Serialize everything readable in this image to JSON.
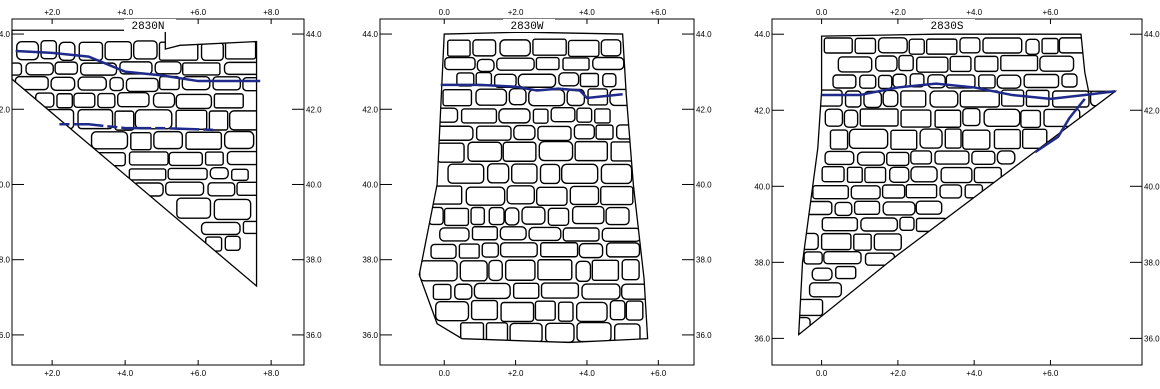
{
  "colors": {
    "frame": "#000000",
    "stone": "#000000",
    "marker_line": "#1f2a8a",
    "background": "#ffffff"
  },
  "panels": [
    {
      "title": "2830N",
      "x_ticks": [
        "+2.0",
        "+4.0",
        "+6.0",
        "+8.0"
      ],
      "x_tick_values": [
        2,
        4,
        6,
        8
      ],
      "x_range": [
        0.9,
        8.9
      ],
      "y_ticks": [
        "44.0",
        "42.0",
        "40.0",
        "38.0",
        "36.0"
      ],
      "y_tick_values": [
        44,
        42,
        40,
        38,
        36
      ],
      "y_range": [
        35.2,
        44.4
      ],
      "ticks_bottom": true,
      "outline": [
        [
          0.9,
          44.1
        ],
        [
          5.1,
          44.1
        ],
        [
          5.1,
          43.6
        ],
        [
          5.5,
          43.7
        ],
        [
          7.6,
          43.8
        ],
        [
          7.6,
          37.3
        ],
        [
          0.9,
          42.8
        ]
      ],
      "marker_lines": [
        {
          "style": "solid",
          "points": [
            [
              1.0,
              43.55
            ],
            [
              2.0,
              43.5
            ],
            [
              3.0,
              43.4
            ],
            [
              4.0,
              43.0
            ],
            [
              5.0,
              42.9
            ],
            [
              6.0,
              42.75
            ],
            [
              7.7,
              42.75
            ]
          ]
        },
        {
          "style": "dashed",
          "points": [
            [
              2.2,
              41.6
            ],
            [
              3.0,
              41.6
            ],
            [
              4.0,
              41.5
            ],
            [
              5.0,
              41.5
            ],
            [
              6.5,
              41.45
            ]
          ]
        }
      ]
    },
    {
      "title": "2830W",
      "x_ticks": [
        "0.0",
        "+2.0",
        "+4.0",
        "+6.0"
      ],
      "x_tick_values": [
        0,
        2,
        4,
        6
      ],
      "x_range": [
        -1.8,
        7.0
      ],
      "y_ticks": [
        "44.0",
        "42.0",
        "40.0",
        "38.0",
        "36.0"
      ],
      "y_tick_values": [
        44,
        42,
        40,
        38,
        36
      ],
      "y_range": [
        35.2,
        44.4
      ],
      "ticks_bottom": false,
      "outline": [
        [
          0.0,
          44.0
        ],
        [
          2.2,
          44.05
        ],
        [
          5.0,
          44.0
        ],
        [
          5.1,
          42.4
        ],
        [
          5.3,
          40.0
        ],
        [
          5.6,
          37.5
        ],
        [
          5.7,
          35.9
        ],
        [
          3.5,
          35.8
        ],
        [
          0.5,
          35.9
        ],
        [
          -0.2,
          36.3
        ],
        [
          -0.7,
          37.6
        ],
        [
          -0.2,
          40.0
        ],
        [
          -0.1,
          42.0
        ]
      ],
      "marker_lines": [
        {
          "style": "solid",
          "points": [
            [
              -0.1,
              42.65
            ],
            [
              1.0,
              42.65
            ],
            [
              2.0,
              42.6
            ],
            [
              2.6,
              42.5
            ],
            [
              3.2,
              42.55
            ],
            [
              3.8,
              42.5
            ],
            [
              4.0,
              42.3
            ],
            [
              5.0,
              42.4
            ]
          ]
        }
      ]
    },
    {
      "title": "2830S",
      "x_ticks": [
        "0.0",
        "+2.0",
        "+4.0",
        "+6.0"
      ],
      "x_tick_values": [
        0,
        2,
        4,
        6
      ],
      "x_range": [
        -1.3,
        8.4
      ],
      "y_ticks": [
        "44.0",
        "42.0",
        "40.0",
        "38.0",
        "36.0"
      ],
      "y_tick_values": [
        44,
        42,
        40,
        38,
        36
      ],
      "y_range": [
        35.3,
        44.4
      ],
      "ticks_bottom": false,
      "outline": [
        [
          0.0,
          43.95
        ],
        [
          3.0,
          44.0
        ],
        [
          6.8,
          44.0
        ],
        [
          6.9,
          43.0
        ],
        [
          7.0,
          42.5
        ],
        [
          7.7,
          42.5
        ],
        [
          2.0,
          38.2
        ],
        [
          -0.6,
          36.1
        ],
        [
          -0.5,
          38.0
        ],
        [
          -0.1,
          41.0
        ],
        [
          0.0,
          42.5
        ]
      ],
      "marker_lines": [
        {
          "style": "solid",
          "points": [
            [
              0.0,
              42.4
            ],
            [
              1.0,
              42.4
            ],
            [
              2.0,
              42.6
            ],
            [
              3.0,
              42.7
            ],
            [
              4.0,
              42.6
            ],
            [
              5.0,
              42.4
            ],
            [
              6.0,
              42.3
            ],
            [
              6.9,
              42.4
            ],
            [
              7.7,
              42.5
            ]
          ]
        },
        {
          "style": "solid",
          "points": [
            [
              5.6,
              40.9
            ],
            [
              6.2,
              41.3
            ],
            [
              6.5,
              41.8
            ],
            [
              6.9,
              42.3
            ]
          ]
        }
      ]
    }
  ]
}
